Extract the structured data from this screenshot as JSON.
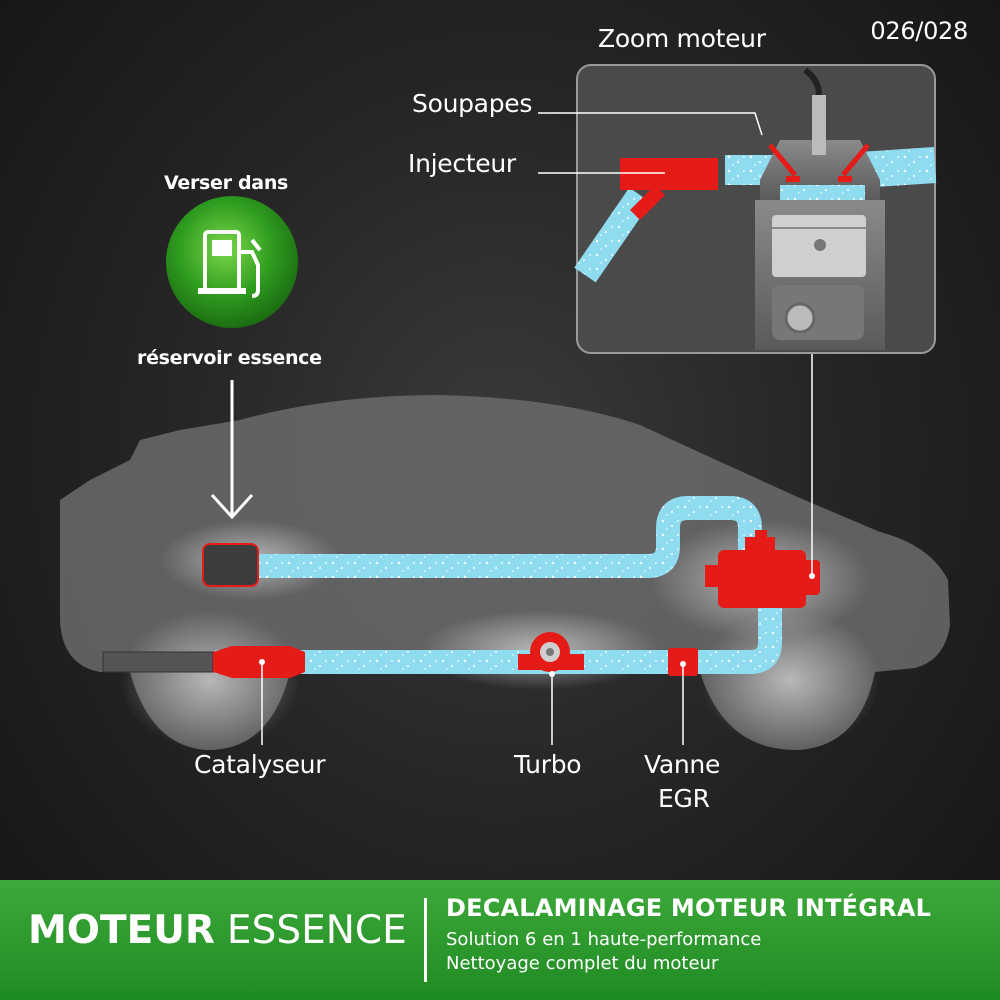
{
  "counter": "026/028",
  "zoom": {
    "title": "Zoom moteur",
    "soupapes": "Soupapes",
    "injecteur": "Injecteur"
  },
  "pour": {
    "line1": "Verser dans",
    "line2": "réservoir essence",
    "icon": "fuel-pump-icon"
  },
  "components": {
    "catalyseur": "Catalyseur",
    "turbo": "Turbo",
    "vanne": "Vanne",
    "egr": "EGR"
  },
  "banner": {
    "left_bold": "MOTEUR",
    "left_light": "ESSENCE",
    "title": "DECALAMINAGE MOTEUR INTÉGRAL",
    "sub1": "Solution 6 en 1 haute-performance",
    "sub2": "Nettoyage complet du moteur"
  },
  "colors": {
    "pipe": "#8fdcf0",
    "part": "#e41b17",
    "green": "#34a030"
  }
}
